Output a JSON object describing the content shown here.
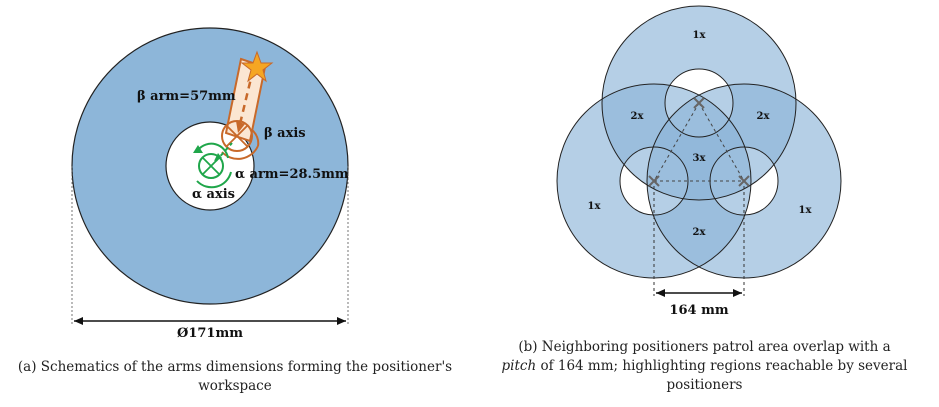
{
  "diagram_a": {
    "beta_arm_label": "β arm=57mm",
    "beta_axis_label": "β axis",
    "alpha_arm_label": "α arm=28.5mm",
    "alpha_axis_label": "α axis",
    "diameter_label": "Ø171mm",
    "colors": {
      "workspace": "#8db6d9",
      "beta_arm": "#c8692a",
      "alpha_arm": "#1fa64a",
      "star": "#f5a623"
    }
  },
  "diagram_b": {
    "region_labels": {
      "top_outer": "1x",
      "left_outer": "1x",
      "right_outer": "1x",
      "upper_left_pair": "2x",
      "upper_right_pair": "2x",
      "lower_pair": "2x",
      "center_triple": "3x"
    },
    "pitch_label": "164 mm",
    "colors": {
      "patrol_area": "#8db6d9"
    }
  },
  "captions": {
    "a_prefix": "(a) Schematics of the arms dimensions forming the positioner's workspace",
    "b_line1": "(b) Neighboring positioners patrol area overlap with a",
    "b_pitch_word": "pitch",
    "b_line2_rest": " of 164 mm; highlighting regions reachable by several",
    "b_line3": "positioners"
  }
}
